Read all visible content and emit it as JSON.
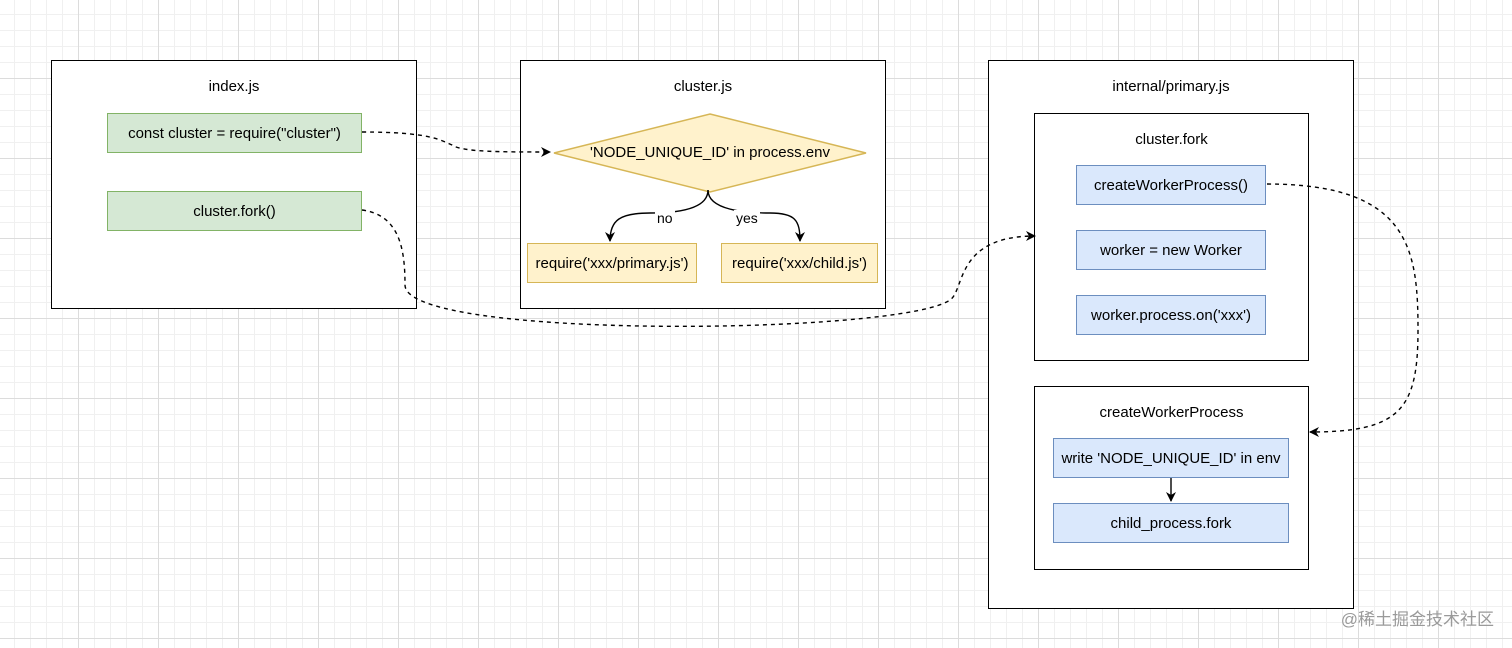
{
  "containers": {
    "index": {
      "title": "index.js",
      "nodes": [
        "const cluster = require(\"cluster\")",
        "cluster.fork()"
      ]
    },
    "cluster": {
      "title": "cluster.js",
      "decision": "'NODE_UNIQUE_ID' in process.env",
      "no_label": "no",
      "yes_label": "yes",
      "no_target": "require('xxx/primary.js')",
      "yes_target": "require('xxx/child.js')"
    },
    "primary": {
      "title": "internal/primary.js",
      "fork_box": {
        "title": "cluster.fork",
        "nodes": [
          "createWorkerProcess()",
          "worker = new Worker",
          "worker.process.on('xxx')"
        ]
      },
      "create_box": {
        "title": "createWorkerProcess",
        "nodes": [
          "write 'NODE_UNIQUE_ID' in env",
          "child_process.fork"
        ]
      }
    }
  },
  "watermark": "@稀土掘金技术社区",
  "colors": {
    "green_fill": "#d5e8d4",
    "green_stroke": "#82b366",
    "yellow_fill": "#fff2cc",
    "yellow_stroke": "#d6b656",
    "blue_fill": "#dae8fc",
    "blue_stroke": "#6c8ebf"
  }
}
